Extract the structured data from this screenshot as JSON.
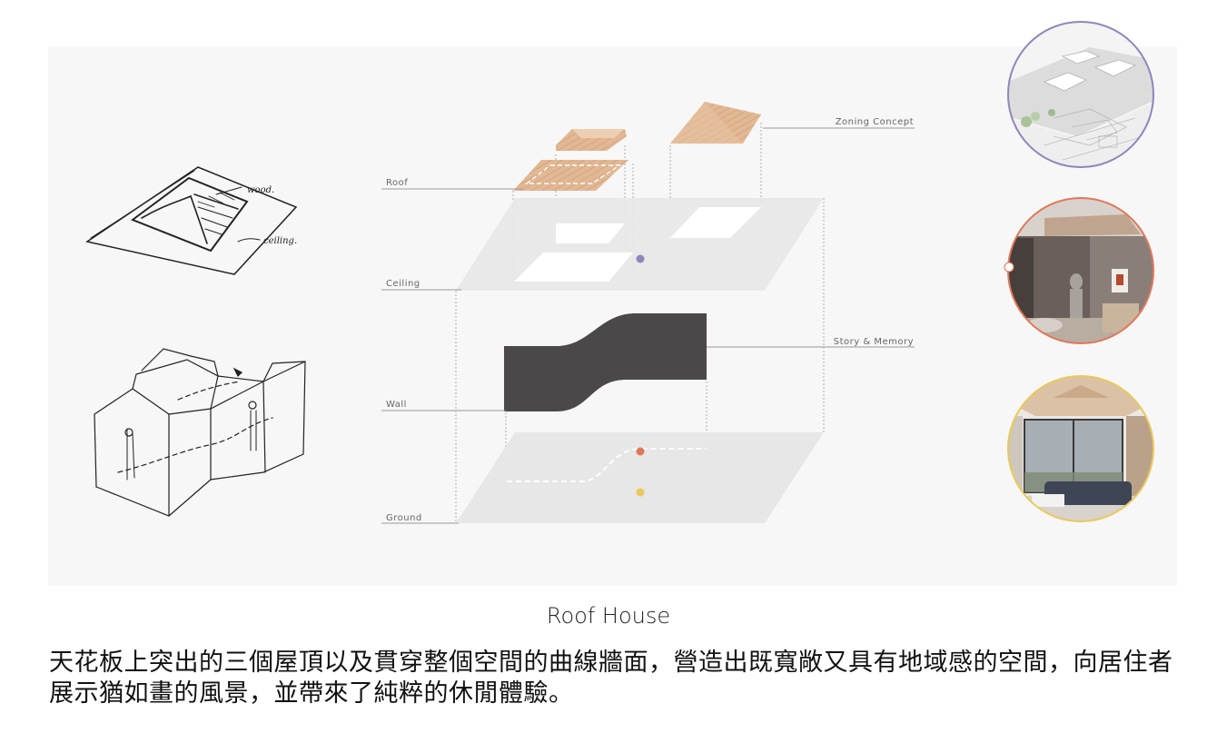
{
  "diagram": {
    "labels": {
      "roof": "Roof",
      "ceiling": "Ceiling",
      "wall": "Wall",
      "ground": "Ground",
      "zoning": "Zoning Concept",
      "story": "Story & Memory"
    },
    "sketch_notes": {
      "wood": "wood.",
      "ceiling": "ceiling."
    },
    "colors": {
      "roof_wood": "#e2b894",
      "wall": "#4a4848",
      "plane": "#e6e7e6",
      "purple": "#8e86bb",
      "orange": "#e0775a",
      "yellow": "#e9c95b"
    }
  },
  "caption": {
    "title": "Roof House",
    "body": "天花板上突出的三個屋頂以及貫穿整個空間的曲線牆面，營造出既寬敞又具有地域感的空間，向居住者展示猶如畫的風景，並帶來了純粹的休閒體驗。"
  }
}
